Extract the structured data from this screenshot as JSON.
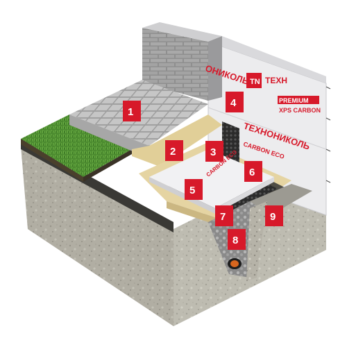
{
  "brand": {
    "name_upper": "ТЕХНОНИКОЛЬ",
    "name_partial_top": "ТЕХН",
    "name_partial_left": "ОНИКОЛЬ",
    "logo_letters": "TN",
    "premium": "PREMIUM",
    "product_line": "XPS CARBON",
    "eco_line": "CARBON ECO"
  },
  "labels": [
    {
      "id": 1,
      "text": "1"
    },
    {
      "id": 2,
      "text": "2"
    },
    {
      "id": 3,
      "text": "3"
    },
    {
      "id": 4,
      "text": "4"
    },
    {
      "id": 5,
      "text": "5"
    },
    {
      "id": 6,
      "text": "6"
    },
    {
      "id": 7,
      "text": "7"
    },
    {
      "id": 8,
      "text": "8"
    },
    {
      "id": 9,
      "text": "9"
    }
  ],
  "colors": {
    "badge": "#d7192a",
    "brick": "#9a9a9a",
    "insulation": "#e9e9eb",
    "sand": "#e3d29f",
    "membrane": "#2b2b2b",
    "soil": "#b9b7ac",
    "grass": "#4e8a32",
    "pavers": "#bdbdbd"
  }
}
